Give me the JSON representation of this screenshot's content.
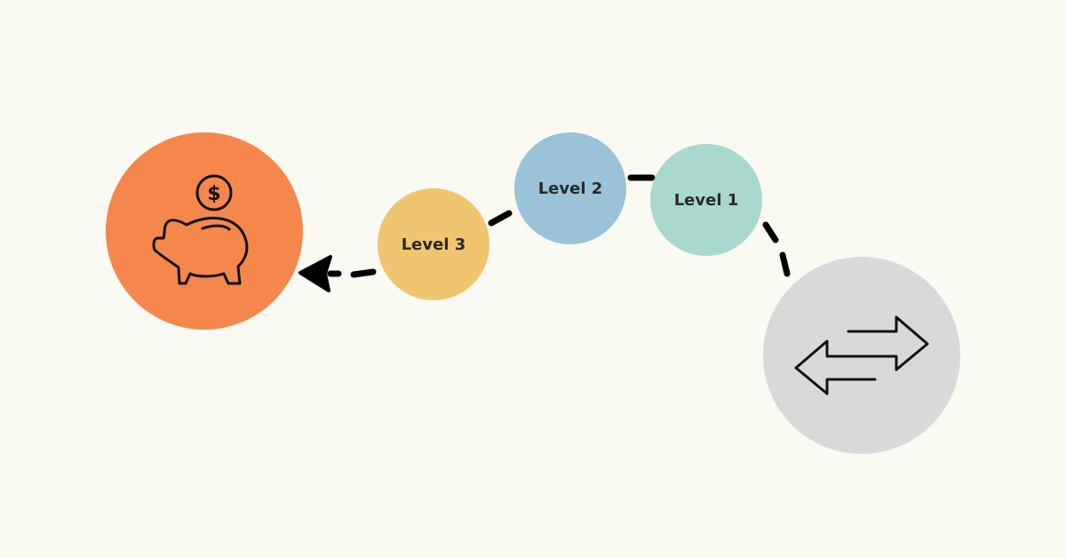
{
  "nodes": {
    "savings": {
      "icon": "piggy-bank-icon",
      "color": "#f5874c"
    },
    "level3": {
      "label": "Level 3",
      "color": "#efc56f"
    },
    "level2": {
      "label": "Level 2",
      "color": "#9ac2d9"
    },
    "level1": {
      "label": "Level 1",
      "color": "#a9d8ce"
    },
    "exchange": {
      "icon": "exchange-arrows-icon",
      "color": "#d9d9d9"
    }
  }
}
